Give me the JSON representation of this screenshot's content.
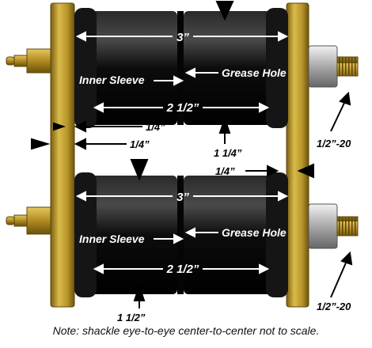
{
  "labels": {
    "top_width": "3”",
    "top_inner_sleeve": "Inner Sleeve",
    "top_grease_hole": "Grease Hole",
    "top_inner_width": "2 1/2”",
    "quarter_a": "1/4”",
    "quarter_b": "1/4”",
    "top_diameter": "1 1/4”",
    "quarter_c": "1/4”",
    "thread_top": "1/2”-20",
    "bottom_width": "3”",
    "bottom_inner_sleeve": "Inner Sleeve",
    "bottom_grease_hole": "Grease Hole",
    "bottom_inner_width": "2 1/2”",
    "bottom_diameter": "1 1/2”",
    "thread_bottom": "1/2”-20"
  },
  "note": "Note: shackle eye-to-eye center-to-center not to scale.",
  "colors": {
    "plate": "#c9a93a",
    "plate_dark": "#8a6d12",
    "bushing": "#111111",
    "bolt": "#b8b8b8",
    "arrow": "#ffffff"
  }
}
